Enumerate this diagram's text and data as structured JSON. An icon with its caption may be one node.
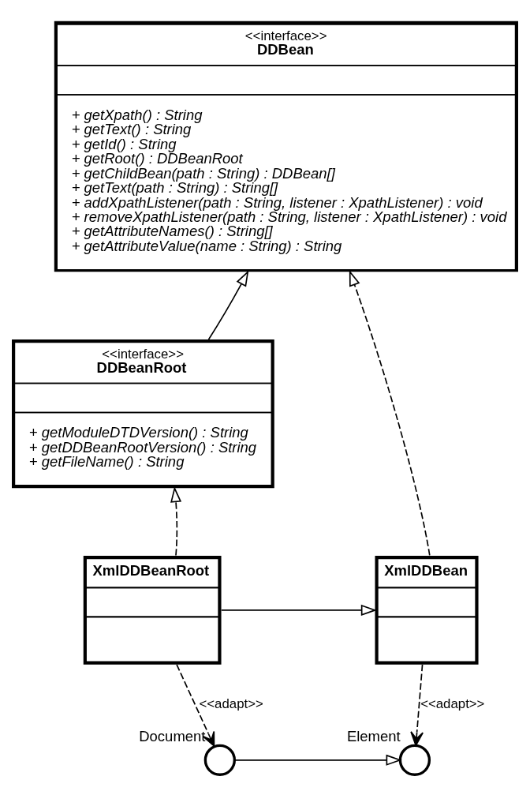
{
  "diagram": {
    "nodes": [
      {
        "text": [
          "<<interface>>",
          "DDBean",
          "+ getXpath() : String",
          "+ getText() : String",
          "+ getId() : String",
          "+ getRoot() : DDBeanRoot",
          "+ getChildBean(path : String) : DDBean[]",
          "+ getText(path : String) : String[]",
          "+ addXpathListener(path : String, listener : XpathListener) : void",
          "+ removeXpathListener(path : String, listener : XpathListener) : void",
          "+ getAttributeNames() : String[]",
          "+ getAttributeValue(name : String) : String"
        ]
      },
      {
        "text": [
          "<<interface>>",
          "DDBeanRoot",
          "+ getModuleDTDVersion() : String",
          "+ getDDBeanRootVersion() : String",
          "+ getFileName() : String"
        ]
      },
      {
        "text": [
          "XmlDDBeanRoot"
        ]
      },
      {
        "text": [
          "XmlDDBean"
        ]
      },
      {
        "text": [
          "Document"
        ]
      },
      {
        "text": [
          "Element"
        ]
      }
    ],
    "edges": [
      {
        "from": 1,
        "to": 0,
        "arrow": "to"
      },
      {
        "from": 2,
        "to": 1,
        "arrow": "to",
        "style": "dashed"
      },
      {
        "from": 3,
        "to": 0,
        "arrow": "to",
        "style": "dashed"
      },
      {
        "from": 2,
        "to": 3,
        "arrow": "to"
      },
      {
        "from": 2,
        "to": 4,
        "arrow": "to",
        "style": "dashed",
        "label": "<<adapt>>"
      },
      {
        "from": 3,
        "to": 5,
        "arrow": "to",
        "style": "dashed",
        "label": "<<adapt>>"
      },
      {
        "from": 4,
        "to": 5,
        "arrow": "to"
      }
    ]
  }
}
